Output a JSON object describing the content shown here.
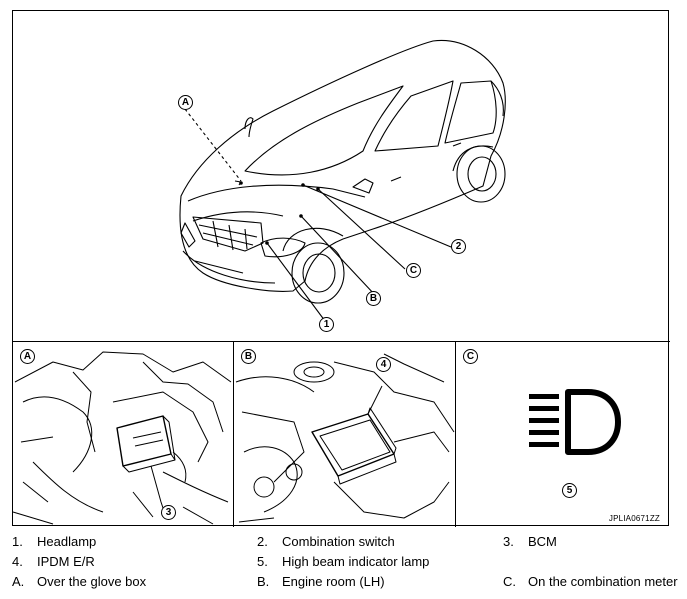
{
  "callouts": {
    "a": "A",
    "b": "B",
    "c": "C",
    "n1": "1",
    "n2": "2",
    "n3": "3",
    "n4": "4",
    "n5": "5"
  },
  "figure_code": "JPLIA0671ZZ",
  "legend": [
    {
      "num": "1.",
      "text": "Headlamp"
    },
    {
      "num": "2.",
      "text": "Combination switch"
    },
    {
      "num": "3.",
      "text": "BCM"
    },
    {
      "num": "4.",
      "text": "IPDM E/R"
    },
    {
      "num": "5.",
      "text": "High beam indicator lamp"
    },
    {
      "num": "A.",
      "text": "Over the glove box"
    },
    {
      "num": "B.",
      "text": "Engine room (LH)"
    },
    {
      "num": "C.",
      "text": "On the combination meter"
    }
  ],
  "icons": [
    "high-beam-indicator-icon"
  ]
}
